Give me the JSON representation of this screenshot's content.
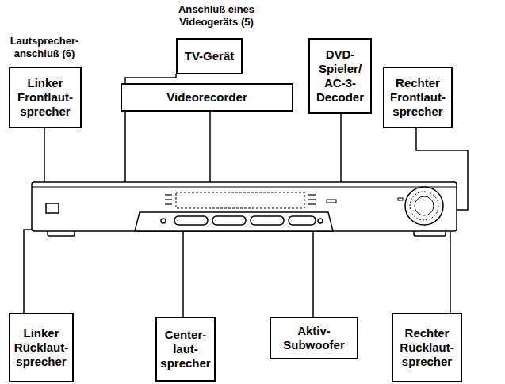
{
  "diagram": {
    "nodes": [
      {
        "text": [
          "Linker Frontlaut- sprecher"
        ]
      },
      {
        "text": [
          "TV-Gerät"
        ]
      },
      {
        "text": [
          "Videorecorder"
        ]
      },
      {
        "text": [
          "DVD- Spieler/ AC-3- Decoder"
        ]
      },
      {
        "text": [
          "Rechter Frontlaut- sprecher"
        ]
      },
      {
        "text": [
          "Linker Rücklaut- sprecher"
        ]
      },
      {
        "text": [
          "Center- laut- sprecher"
        ]
      },
      {
        "text": [
          "Aktiv- Subwoofer"
        ]
      },
      {
        "text": [
          "Rechter Rücklaut- sprecher"
        ]
      }
    ],
    "labels": [
      "Anschluß eines Videogeräts (5)",
      "Lautsprecher- anschluß (6)"
    ]
  }
}
